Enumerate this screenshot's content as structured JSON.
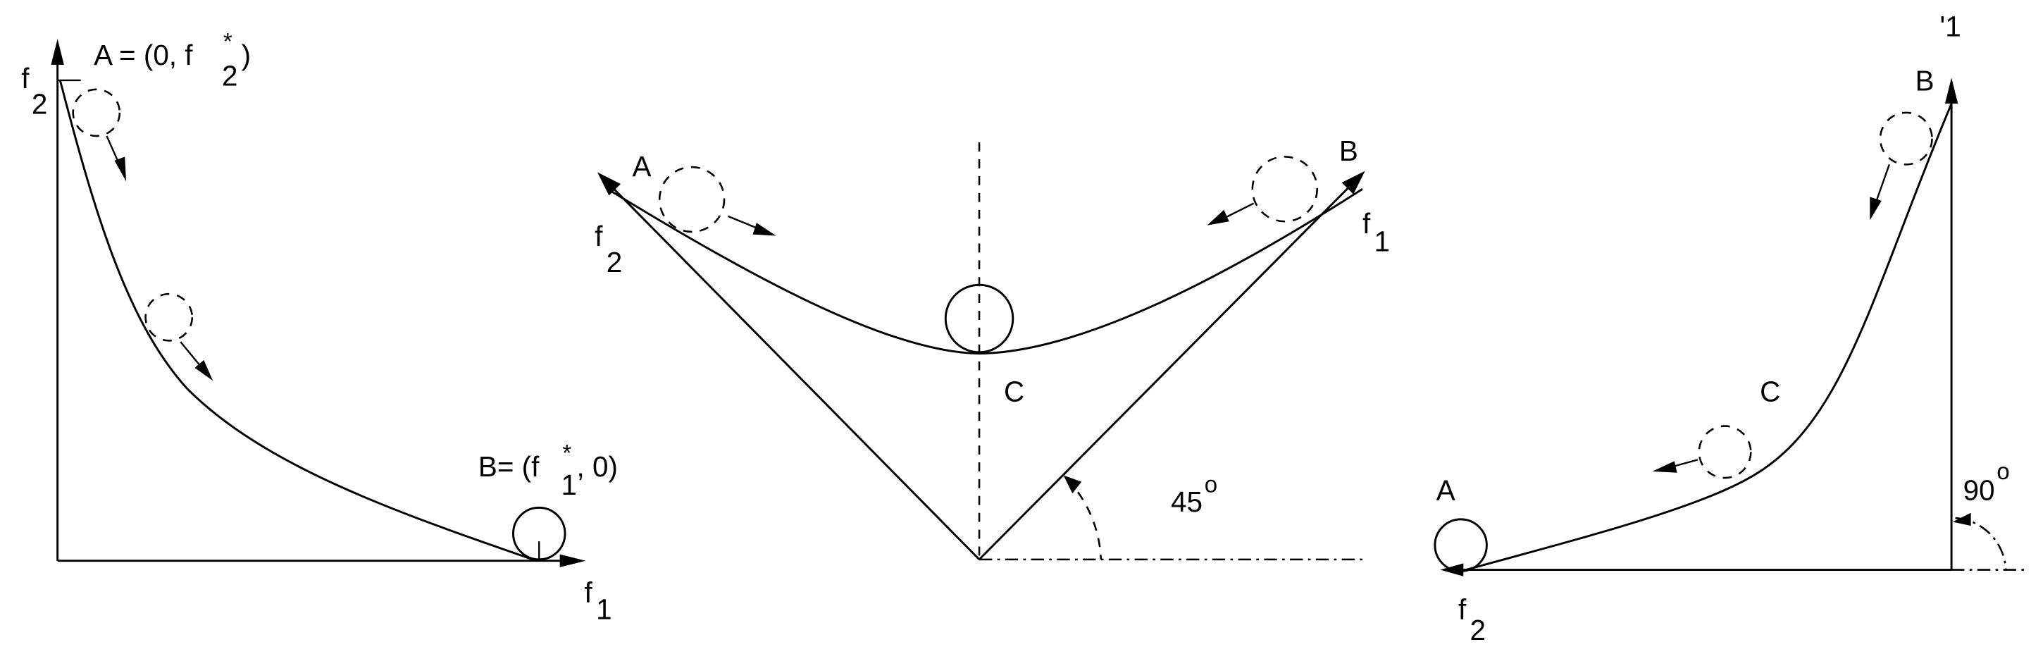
{
  "figure": {
    "panels": [
      {
        "id": "convex",
        "labels": {
          "y_axis": "f",
          "y_axis_sub": "2",
          "x_axis": "f",
          "x_axis_sub": "1",
          "point_a_prefix": "A = (0, f",
          "point_a_sup": "*",
          "point_a_sub": "2",
          "point_a_suffix": ")",
          "point_b_prefix": "B=  (f",
          "point_b_sup": "*",
          "point_b_sub": "1",
          "point_b_suffix": ", 0)"
        }
      },
      {
        "id": "rotated-45",
        "labels": {
          "point_a": "A",
          "point_b": "B",
          "point_c": "C",
          "axis_left": "f",
          "axis_left_sub": "2",
          "axis_right": "f",
          "axis_right_sub": "1",
          "angle": "45",
          "angle_sup": "o"
        }
      },
      {
        "id": "rotated-90",
        "labels": {
          "point_a": "A",
          "point_b": "B",
          "point_c": "C",
          "axis_top": "'1",
          "axis_bottom": "f",
          "axis_bottom_sub": "2",
          "angle": "90",
          "angle_sup": "o"
        }
      }
    ]
  }
}
